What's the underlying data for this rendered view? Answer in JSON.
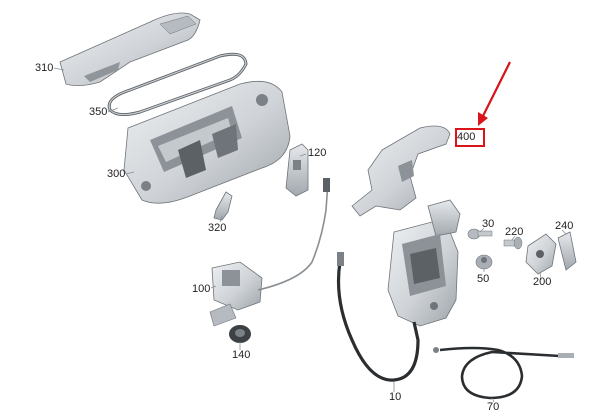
{
  "diagram": {
    "colors": {
      "part_fill": "#d4d8dc",
      "part_shade": "#a9afb5",
      "part_dark": "#5c6166",
      "outline": "#6e747a",
      "leader": "#8a8f94",
      "cable": "#2b2e31",
      "highlight": "#d9141b"
    },
    "callouts": {
      "p310": "310",
      "p350": "350",
      "p300": "300",
      "p120": "120",
      "p320": "320",
      "p400": "400",
      "p30": "30",
      "p220": "220",
      "p240": "240",
      "p50": "50",
      "p200": "200",
      "p100": "100",
      "p140": "140",
      "p10": "10",
      "p70": "70"
    },
    "highlighted_part": "400"
  }
}
